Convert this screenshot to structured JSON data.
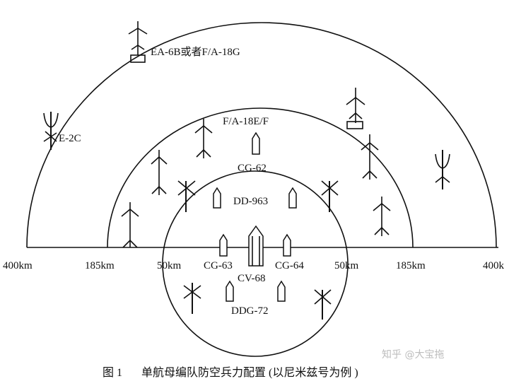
{
  "rings": [
    {
      "id": "outer",
      "radius_km": 400,
      "label_left": "400km",
      "label_right": "400k"
    },
    {
      "id": "middle",
      "radius_km": 185,
      "label_left": "185km",
      "label_right": "185km"
    },
    {
      "id": "inner",
      "radius_km": 50,
      "label_left": "50km",
      "label_right": "50km"
    }
  ],
  "labels": {
    "ea6b": "EA-6B或者F/A-18G",
    "e2c": "E-2C",
    "fa18ef": "F/A-18E/F",
    "cg62": "CG-62",
    "dd963": "DD-963",
    "cg63": "CG-63",
    "cg64": "CG-64",
    "cv68": "CV-68",
    "ddg72": "DDG-72"
  },
  "caption": {
    "fig": "图 1",
    "text": "单航母编队防空兵力配置 (以尼米兹号为例 )"
  },
  "watermark": "知乎 @大宝拖"
}
